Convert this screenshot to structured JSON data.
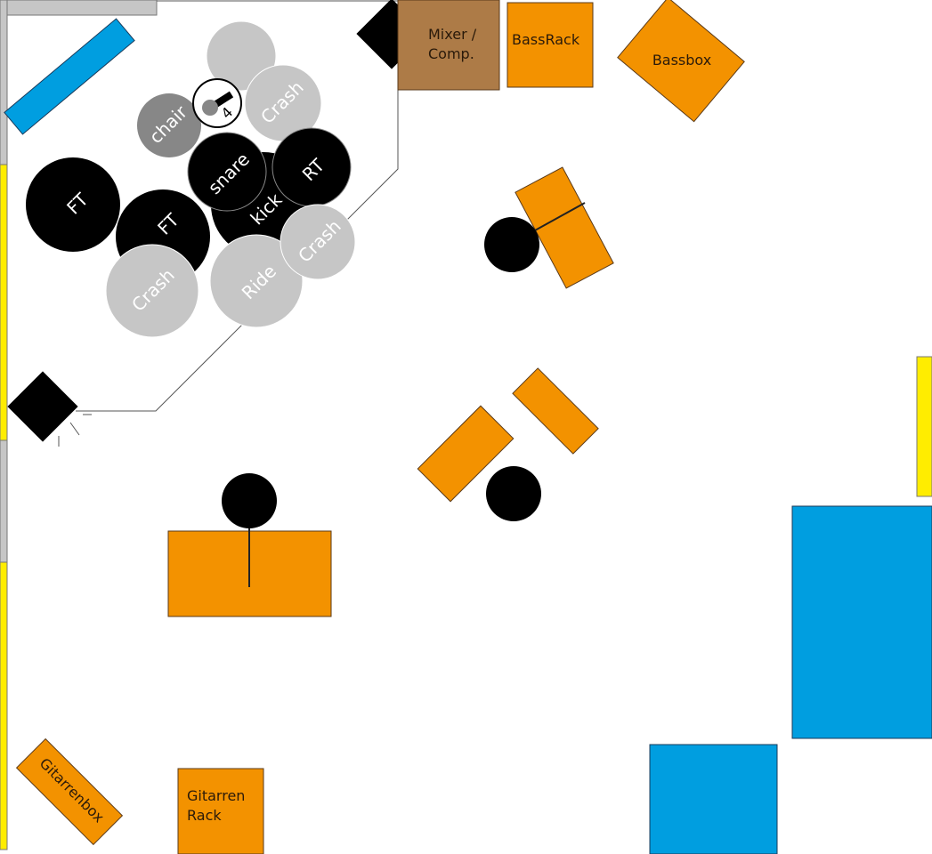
{
  "colors": {
    "orange": "#f39200",
    "blue": "#009ee0",
    "yellow": "#ffed00",
    "grey": "#c6c6c6",
    "brown": "#ad7b47",
    "cymbal": "#c6c6c6",
    "chair": "#878787"
  },
  "drums": {
    "crash_top": "Crash",
    "chair": "chair",
    "mic_number": "4",
    "floor_tom_1": "FT",
    "floor_tom_2": "FT",
    "snare": "snare",
    "rack_tom": "RT",
    "kick": "kick",
    "crash_left": "Crash",
    "ride": "Ride",
    "crash_right": "Crash"
  },
  "equipment": {
    "mixer_line1": "Mixer /",
    "mixer_line2": "Comp.",
    "bass_rack": "BassRack",
    "bass_box": "Bassbox",
    "guitar_box": "Gitarrenbox",
    "guitar_rack_line1": "Gitarren",
    "guitar_rack_line2": "Rack"
  }
}
